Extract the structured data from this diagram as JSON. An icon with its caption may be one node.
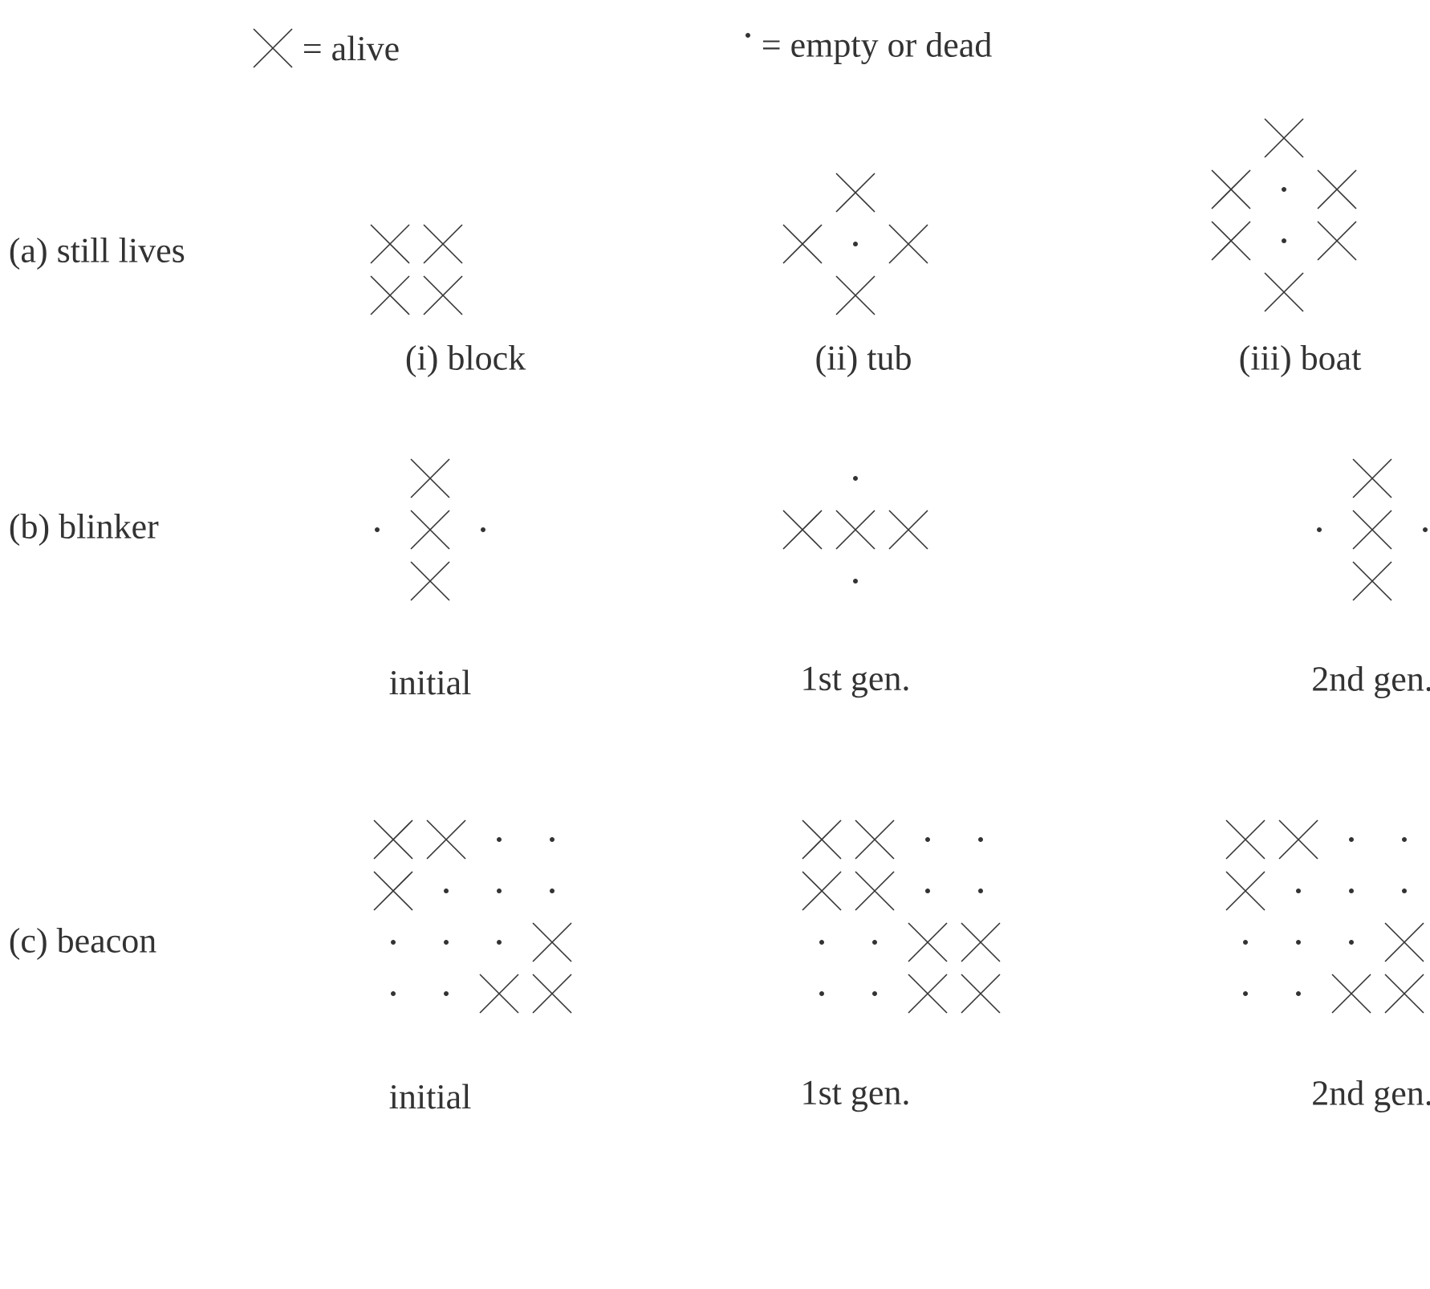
{
  "diagram": {
    "labels": [
      "(a) still lives",
      "(i) block",
      "(ii) tub",
      "(iii) boat",
      "(b) blinker",
      "initial",
      "1st gen.",
      "2nd gen.",
      "(c) beacon",
      "initial",
      "1st gen.",
      "2nd gen."
    ],
    "legend": [
      {
        "text": "= alive"
      },
      {
        "text": "= empty or dead"
      }
    ]
  }
}
